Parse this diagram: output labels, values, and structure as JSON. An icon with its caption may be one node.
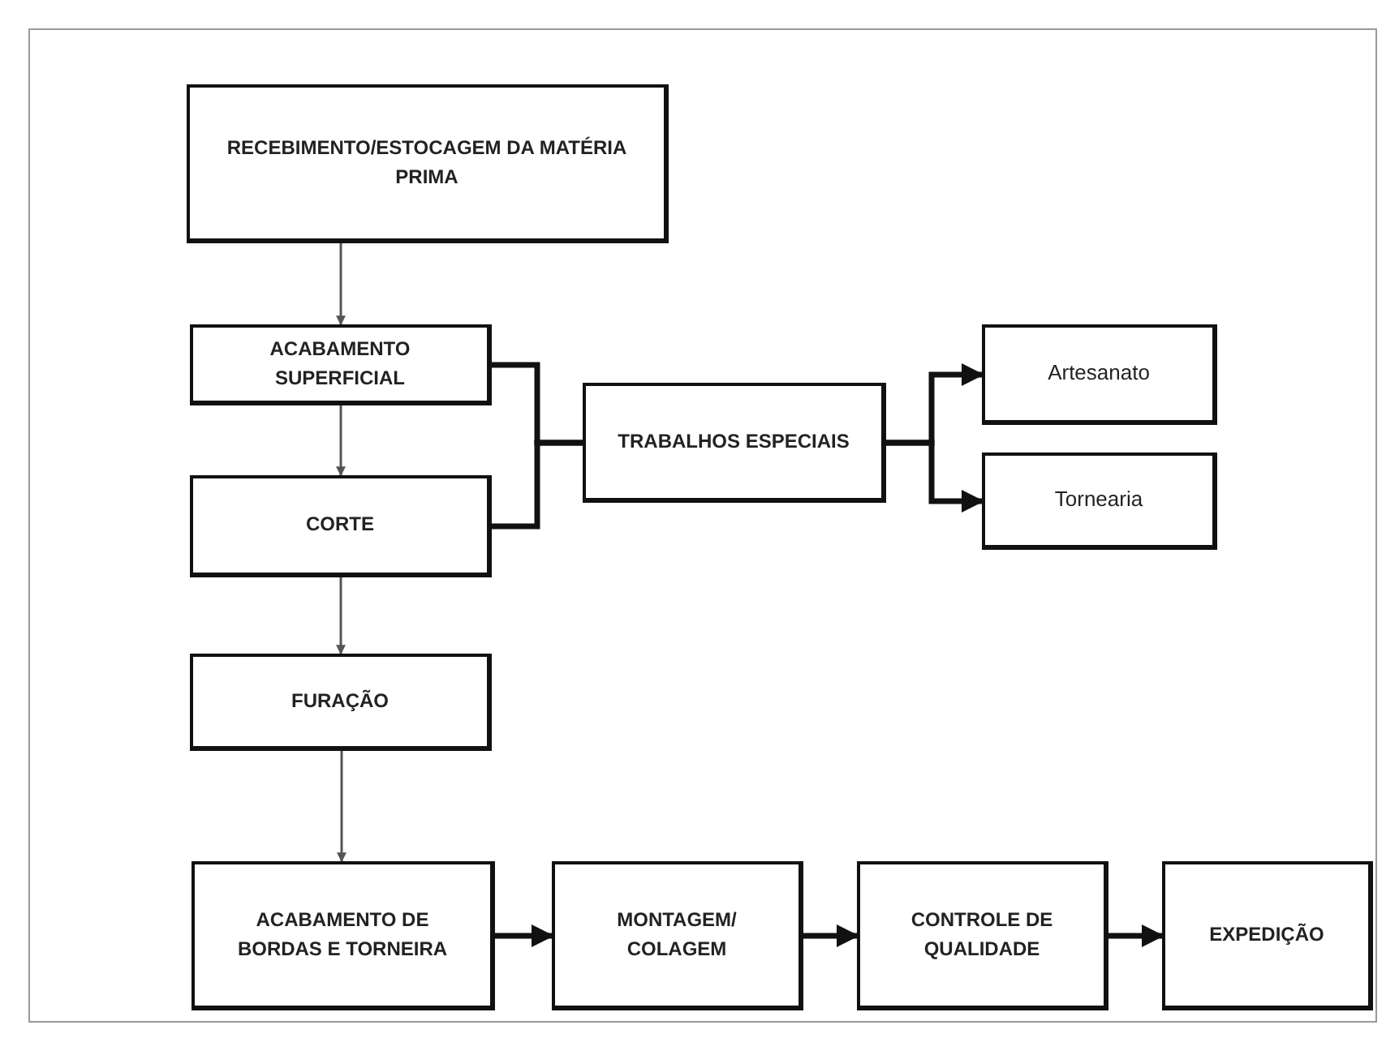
{
  "diagram": {
    "nodes": [
      {
        "text": [
          "RECEBIMENTO/ESTOCAGEM DA MATÉRIA PRIMA"
        ]
      },
      {
        "text": [
          "ACABAMENTO SUPERFICIAL"
        ]
      },
      {
        "text": [
          "CORTE"
        ]
      },
      {
        "text": [
          "FURAÇÃO"
        ]
      },
      {
        "text": [
          "ACABAMENTO DE BORDAS E TORNEIRA"
        ]
      },
      {
        "text": [
          "MONTAGEM/ COLAGEM"
        ]
      },
      {
        "text": [
          "CONTROLE DE QUALIDADE"
        ]
      },
      {
        "text": [
          "EXPEDIÇÃO"
        ]
      },
      {
        "text": [
          "TRABALHOS ESPECIAIS"
        ]
      },
      {
        "text": [
          "Artesanato"
        ]
      },
      {
        "text": [
          "Tornearia"
        ]
      }
    ],
    "edges": [
      {
        "from": 0,
        "to": 1,
        "arrow": "to",
        "color": "#555555"
      },
      {
        "from": 1,
        "to": 2,
        "arrow": "to",
        "color": "#555555"
      },
      {
        "from": 2,
        "to": 3,
        "arrow": "to",
        "color": "#555555"
      },
      {
        "from": 3,
        "to": 4,
        "arrow": "to",
        "color": "#555555"
      },
      {
        "from": 1,
        "to": 8,
        "arrow": "none"
      },
      {
        "from": 2,
        "to": 8,
        "arrow": "none"
      },
      {
        "from": 8,
        "to": 9,
        "arrow": "to"
      },
      {
        "from": 8,
        "to": 10,
        "arrow": "to"
      },
      {
        "from": 4,
        "to": 5,
        "arrow": "to"
      },
      {
        "from": 5,
        "to": 6,
        "arrow": "to"
      },
      {
        "from": 6,
        "to": 7,
        "arrow": "to"
      }
    ]
  }
}
